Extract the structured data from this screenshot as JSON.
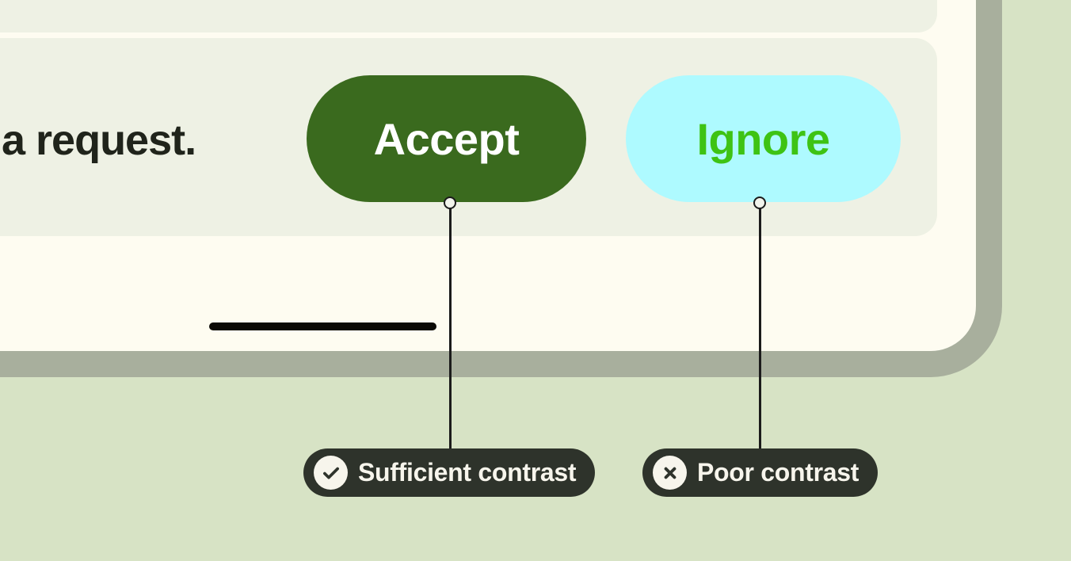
{
  "colors": {
    "page_bg": "#D7E3C5",
    "card_bg": "#FEFCF1",
    "card_border": "#A8AF9D",
    "panel_bg": "#EEF1E4",
    "accept_bg": "#3A6A1E",
    "accept_text": "#FFFFFF",
    "ignore_bg": "#AEFAFF",
    "ignore_text": "#3EC314",
    "body_text": "#20241B",
    "chip_bg": "#2E332B",
    "chip_text": "#F7F5EC",
    "chip_icon_bg": "#F7F5EC",
    "chip_icon_glyph": "#2E332B",
    "connector": "#1B1B1B",
    "home_bar": "#0B0906"
  },
  "mockup": {
    "message_text": "a request.",
    "buttons": [
      {
        "label": "Accept"
      },
      {
        "label": "Ignore"
      }
    ]
  },
  "annotations": [
    {
      "icon": "check-icon",
      "label": "Sufficient contrast"
    },
    {
      "icon": "x-icon",
      "label": "Poor contrast"
    }
  ]
}
